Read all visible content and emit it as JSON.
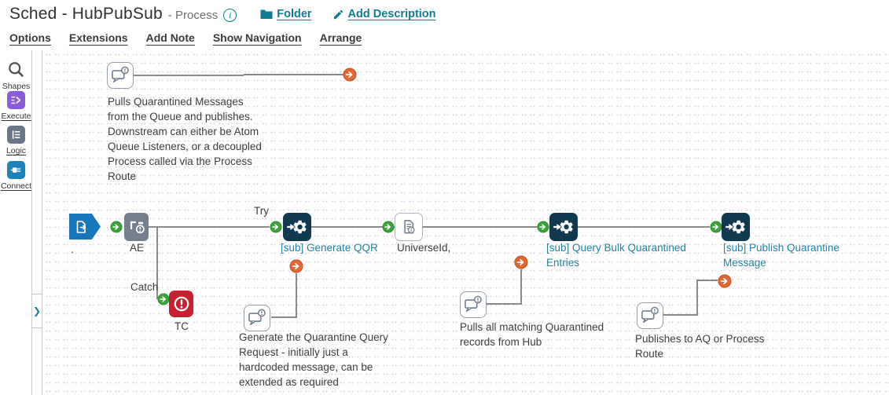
{
  "header": {
    "title": "Sched - HubPubSub",
    "type_label": "- Process",
    "folder_link": "Folder",
    "add_description_link": "Add Description"
  },
  "menu": {
    "items": [
      "Options",
      "Extensions",
      "Add Note",
      "Show Navigation",
      "Arrange"
    ]
  },
  "toolbar": {
    "items": [
      {
        "label": "Shapes",
        "icon": "search-icon"
      },
      {
        "label": "Execute",
        "icon": "execute-icon",
        "color": "#8a5dd8"
      },
      {
        "label": "Logic",
        "icon": "logic-icon",
        "color": "#6b7689"
      },
      {
        "label": "Connect",
        "icon": "connect-icon",
        "color": "#1e82ba"
      }
    ]
  },
  "icons": {
    "info": "i",
    "collapse_chevron": "❯"
  },
  "canvas": {
    "branch_labels": {
      "try": "Try",
      "catch": "Catch"
    },
    "shapes": {
      "start": {
        "label": "."
      },
      "try_catch": {
        "label": "AE"
      },
      "generate_qqr": {
        "label": "[sub] Generate QQR"
      },
      "message": {
        "label": "UniverseId,"
      },
      "query_bulk": {
        "label": "[sub] Query Bulk Quarantined Entries"
      },
      "publish": {
        "label": "[sub] Publish Quarantine Message"
      },
      "exception": {
        "label": "TC"
      }
    },
    "notes": {
      "queue_note": "Pulls Quarantined Messages\nfrom the Queue and publishes.\nDownstream can either be Atom\nQueue Listeners, or a decoupled\nProcess called via the Process\nRoute",
      "generate_note": "Generate the Quarantine Query\nRequest - initially just a\nhardcoded message, can be\nextended as required",
      "pulls_note": "Pulls all matching Quarantined\nrecords from Hub",
      "publishes_note": "Publishes to AQ or Process\nRoute"
    }
  },
  "colors": {
    "teal_link": "#0f7d91",
    "label_teal": "#2383a3",
    "subprocess_navy": "#113a51",
    "trycatch_gray": "#75808f",
    "exception_red": "#c92030",
    "start_blue": "#1677bb",
    "connector_green": "#3da239",
    "connector_orange": "#e3672e",
    "line_gray": "#8a8a8a"
  }
}
